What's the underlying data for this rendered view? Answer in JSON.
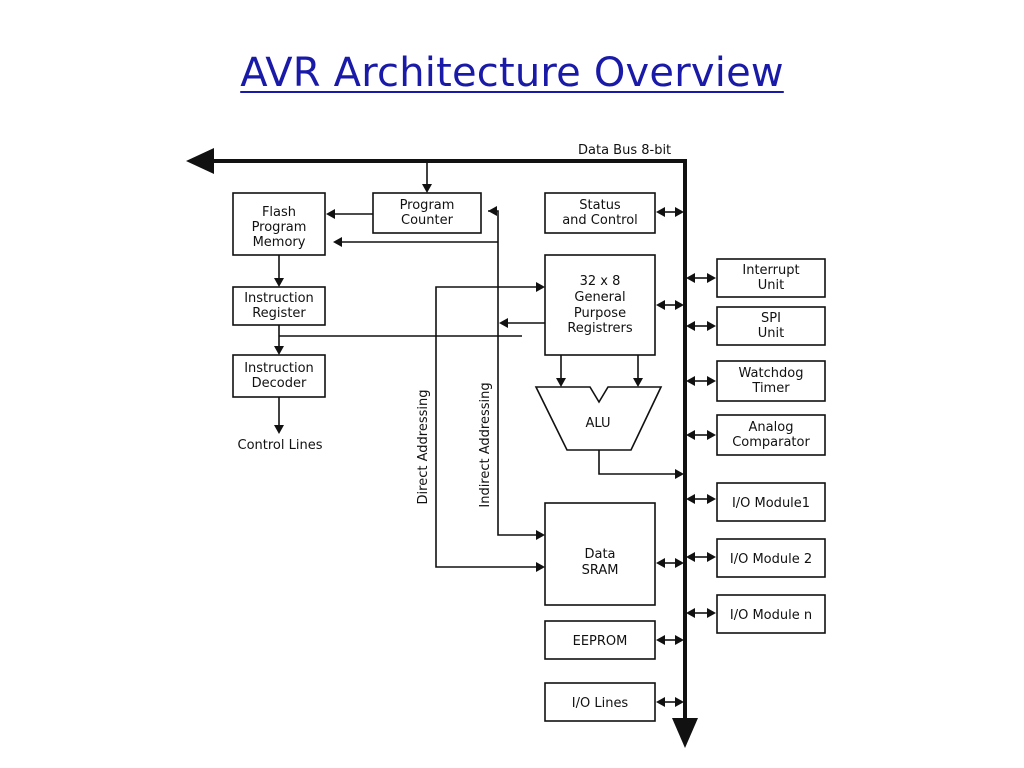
{
  "slide": {
    "title": "AVR Architecture Overview"
  },
  "diagram": {
    "data_bus_label": "Data Bus 8-bit",
    "blocks": {
      "flash": [
        "Flash",
        "Program",
        "Memory"
      ],
      "program_counter": [
        "Program",
        "Counter"
      ],
      "status_control": [
        "Status",
        "and Control"
      ],
      "instruction_register": [
        "Instruction",
        "Register"
      ],
      "instruction_decoder": [
        "Instruction",
        "Decoder"
      ],
      "registers": [
        "32 x 8",
        "General",
        "Purpose",
        "Registrers"
      ],
      "alu": "ALU",
      "data_sram": [
        "Data",
        "SRAM"
      ],
      "eeprom": "EEPROM",
      "io_lines": "I/O Lines",
      "interrupt": [
        "Interrupt",
        "Unit"
      ],
      "spi": [
        "SPI",
        "Unit"
      ],
      "watchdog": [
        "Watchdog",
        "Timer"
      ],
      "analog": [
        "Analog",
        "Comparator"
      ],
      "io_module_1": "I/O Module1",
      "io_module_2": "I/O Module 2",
      "io_module_n": "I/O Module n"
    },
    "labels": {
      "control_lines": "Control Lines",
      "direct_addressing": "Direct Addressing",
      "indirect_addressing": "Indirect Addressing"
    }
  }
}
